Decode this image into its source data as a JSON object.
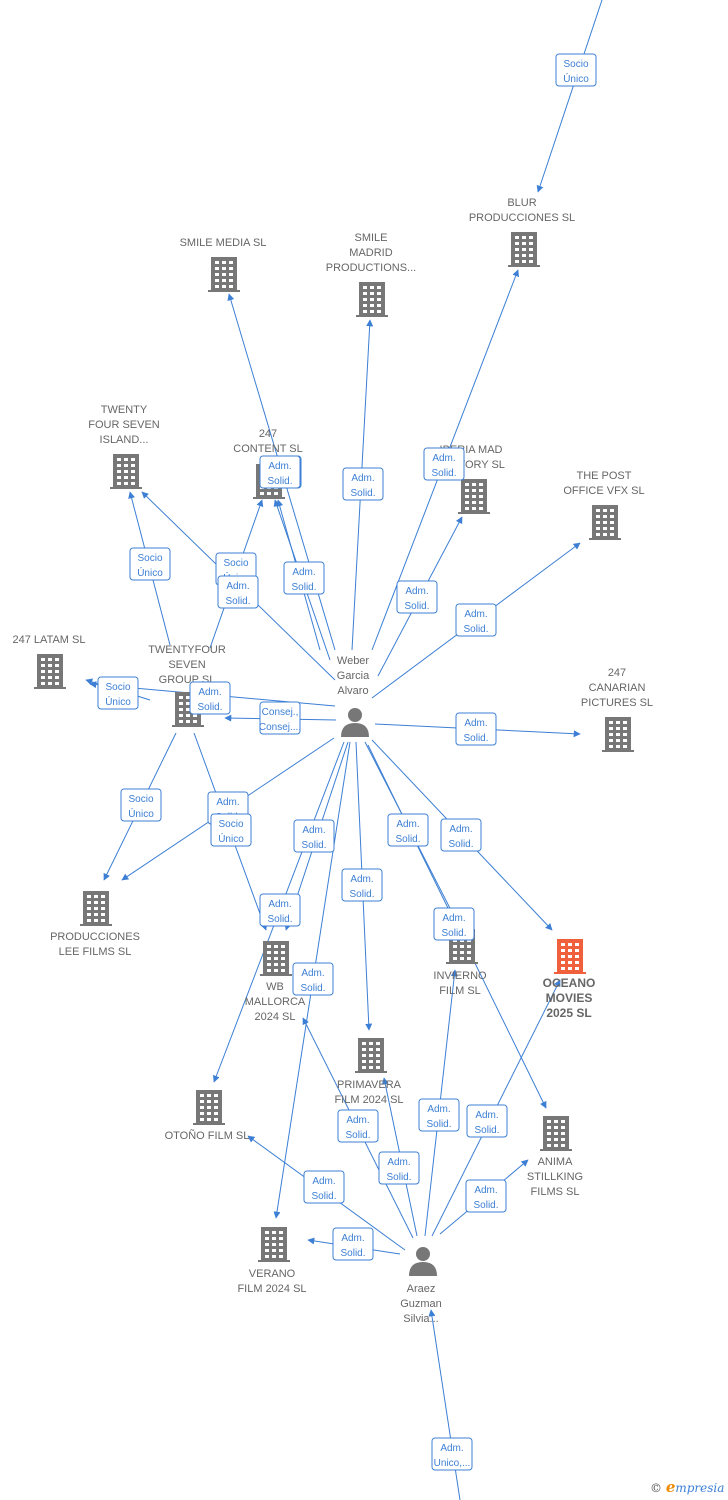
{
  "colors": {
    "edge": "#3c7fd4",
    "building": "#777777",
    "focus_building": "#f0603c",
    "person": "#777777"
  },
  "nodes": [
    {
      "id": "smile_media",
      "type": "company",
      "label": [
        "SMILE MEDIA SL"
      ]
    },
    {
      "id": "smile_madrid",
      "type": "company",
      "label": [
        "SMILE",
        "MADRID",
        "PRODUCTIONS..."
      ]
    },
    {
      "id": "blur",
      "type": "company",
      "label": [
        "BLUR",
        "PRODUCCIONES SL"
      ]
    },
    {
      "id": "twenty_island",
      "type": "company",
      "label": [
        "TWENTY",
        "FOUR SEVEN",
        "ISLAND..."
      ]
    },
    {
      "id": "c247_content",
      "type": "company",
      "label": [
        "247",
        "CONTENT  SL"
      ]
    },
    {
      "id": "iberia",
      "type": "company",
      "label": [
        "IBERIA MAD",
        "FACTORY  SL"
      ]
    },
    {
      "id": "post_office",
      "type": "company",
      "label": [
        "THE POST",
        "OFFICE VFX  SL"
      ]
    },
    {
      "id": "latam",
      "type": "company",
      "label": [
        "247 LATAM  SL"
      ]
    },
    {
      "id": "twentyfour_group",
      "type": "company",
      "label": [
        "TWENTYFOUR",
        "SEVEN",
        "GROUP  SL"
      ]
    },
    {
      "id": "canarian",
      "type": "company",
      "label": [
        "247",
        "CANARIAN",
        "PICTURES  SL"
      ]
    },
    {
      "id": "weber",
      "type": "person",
      "label": [
        "Weber",
        "Garcia",
        "Alvaro"
      ]
    },
    {
      "id": "lee",
      "type": "company",
      "label": [
        "PRODUCCIONES",
        "LEE FILMS SL"
      ]
    },
    {
      "id": "wb",
      "type": "company",
      "label": [
        "WB",
        "MALLORCA",
        "2024  SL"
      ]
    },
    {
      "id": "invierno",
      "type": "company",
      "label": [
        "INVIERNO",
        "FILM  SL"
      ]
    },
    {
      "id": "oceano",
      "type": "company",
      "focus": true,
      "label": [
        "OCEANO",
        "MOVIES",
        "2025  SL"
      ]
    },
    {
      "id": "primavera",
      "type": "company",
      "label": [
        "PRIMAVERA",
        "FILM 2024  SL"
      ]
    },
    {
      "id": "otono",
      "type": "company",
      "label": [
        "OTOÑO FILM  SL"
      ]
    },
    {
      "id": "anima",
      "type": "company",
      "label": [
        "ANIMA",
        "STILLKING",
        "FILMS  SL"
      ]
    },
    {
      "id": "verano",
      "type": "company",
      "label": [
        "VERANO",
        "FILM 2024  SL"
      ]
    },
    {
      "id": "araez",
      "type": "person",
      "label": [
        "Araez",
        "Guzman",
        "Silvia..."
      ]
    }
  ],
  "edges": [
    {
      "id": "e-top-blur",
      "label": [
        "Socio",
        "Único"
      ]
    },
    {
      "id": "e-weber-smile-media",
      "label": [
        "Adm.",
        "Solid."
      ]
    },
    {
      "id": "e-weber-smile-madrid",
      "label": [
        "Adm.",
        "Solid."
      ]
    },
    {
      "id": "e-weber-blur",
      "label": [
        "Adm.",
        "Solid."
      ]
    },
    {
      "id": "e-weber-247content-a",
      "label": [
        "Adm.",
        "Solid."
      ]
    },
    {
      "id": "e-weber-247content-b",
      "label": [
        "Adm.",
        "Solid."
      ]
    },
    {
      "id": "e-weber-iberia",
      "label": [
        "Adm.",
        "Solid."
      ]
    },
    {
      "id": "e-weber-postoffice",
      "label": [
        "Adm.",
        "Solid."
      ]
    },
    {
      "id": "e-group-island",
      "label": [
        "Socio",
        "Único"
      ]
    },
    {
      "id": "e-group-247content",
      "label": [
        "Socio",
        "Único"
      ]
    },
    {
      "id": "e-weber-island",
      "label": [
        "Adm.",
        "Solid."
      ]
    },
    {
      "id": "e-group-latam",
      "label": [
        "Socio",
        "Único"
      ]
    },
    {
      "id": "e-weber-latam",
      "label": [
        "Adm.",
        "Solid."
      ]
    },
    {
      "id": "e-weber-group",
      "label": [
        "Consej.,",
        "Consej...."
      ]
    },
    {
      "id": "e-weber-canarian",
      "label": [
        "Adm.",
        "Solid."
      ]
    },
    {
      "id": "e-group-lee",
      "label": [
        "Socio",
        "Único"
      ]
    },
    {
      "id": "e-weber-lee",
      "label": [
        "Adm.",
        "Solid."
      ]
    },
    {
      "id": "e-group-wb",
      "label": [
        "Socio",
        "Único"
      ]
    },
    {
      "id": "e-weber-wb",
      "label": [
        "Adm.",
        "Solid."
      ]
    },
    {
      "id": "e-weber-otono",
      "label": [
        "Adm.",
        "Solid."
      ]
    },
    {
      "id": "e-weber-verano",
      "label": [
        "Adm.",
        "Solid."
      ]
    },
    {
      "id": "e-weber-primavera",
      "label": [
        "Adm.",
        "Solid."
      ]
    },
    {
      "id": "e-weber-invierno",
      "label": [
        "Adm.",
        "Solid."
      ]
    },
    {
      "id": "e-weber-oceano",
      "label": [
        "Adm.",
        "Solid."
      ]
    },
    {
      "id": "e-weber-anima",
      "label": [
        "Adm.",
        "Solid."
      ]
    },
    {
      "id": "e-araez-invierno",
      "label": [
        "Adm.",
        "Solid."
      ]
    },
    {
      "id": "e-araez-oceano",
      "label": [
        "Adm.",
        "Solid."
      ]
    },
    {
      "id": "e-araez-wb",
      "label": [
        "Adm.",
        "Solid."
      ]
    },
    {
      "id": "e-araez-primavera",
      "label": [
        "Adm.",
        "Solid."
      ]
    },
    {
      "id": "e-araez-otono",
      "label": [
        "Adm.",
        "Solid."
      ]
    },
    {
      "id": "e-araez-anima",
      "label": [
        "Adm.",
        "Solid."
      ]
    },
    {
      "id": "e-araez-verano",
      "label": [
        "Adm.",
        "Solid."
      ]
    },
    {
      "id": "e-bottom-araez",
      "label": [
        "Adm.",
        "Unico,..."
      ]
    }
  ],
  "brand": {
    "copyright": "©",
    "e": "e",
    "rest": "mpresia"
  }
}
